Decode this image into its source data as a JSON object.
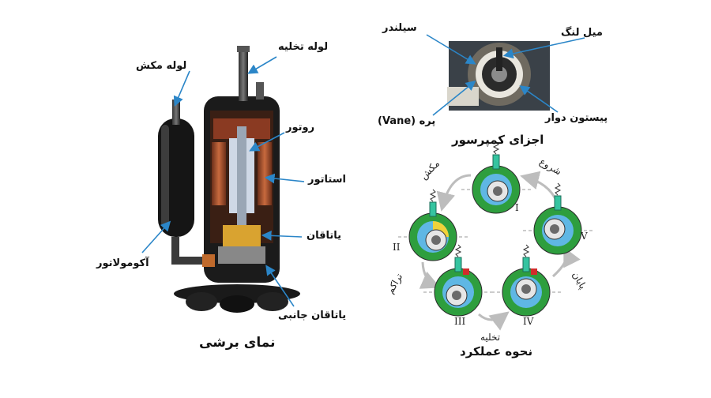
{
  "sectional_view": {
    "title": "نمای برشی",
    "labels": {
      "discharge_pipe": "لوله تخلیه",
      "suction_pipe": "لوله مکش",
      "rotor": "روتور",
      "stator": "استاتور",
      "bearing": "یاتاقان",
      "accumulator": "آکومولاتور",
      "side_bearing": "یاتاقان جانبی"
    }
  },
  "compressor_parts": {
    "title": "اجزای کمپرسور",
    "labels": {
      "cylinder": "سیلندر",
      "crankshaft": "میل لنگ",
      "vane": "پره (Vane)",
      "rotary_piston": "پیستون دوار"
    }
  },
  "operation_cycle": {
    "title": "نحوه عملکرد",
    "stages": [
      {
        "roman": "I",
        "arrow_label": "شروع"
      },
      {
        "roman": "II",
        "arrow_label": "مکش"
      },
      {
        "roman": "III",
        "arrow_label": "تراکم"
      },
      {
        "roman": "IV",
        "arrow_label": "تخلیه"
      },
      {
        "roman": "V",
        "arrow_label": "پایان"
      }
    ]
  },
  "colors": {
    "leader_arrow": "#2b86c8",
    "ring_green": "#2e9e3e",
    "chamber_blue": "#5fb7e4",
    "vane_teal": "#35c4a0",
    "discharge_red": "#d22b2b",
    "suction_yellow": "#f0d23a"
  }
}
